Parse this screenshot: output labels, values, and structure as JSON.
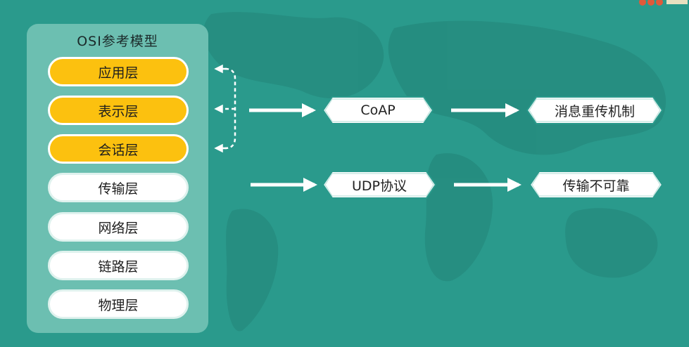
{
  "osi_model": {
    "title": "OSI参考模型",
    "layers": [
      {
        "label": "应用层",
        "highlighted": true
      },
      {
        "label": "表示层",
        "highlighted": true
      },
      {
        "label": "会话层",
        "highlighted": true
      },
      {
        "label": "传输层",
        "highlighted": false
      },
      {
        "label": "网络层",
        "highlighted": false
      },
      {
        "label": "链路层",
        "highlighted": false
      },
      {
        "label": "物理层",
        "highlighted": false
      }
    ]
  },
  "flow": {
    "row1": {
      "protocol": "CoAP",
      "result": "消息重传机制"
    },
    "row2": {
      "protocol": "UDP协议",
      "result": "传输不可靠"
    }
  },
  "colors": {
    "background": "#2a9a8c",
    "panel": "#6cbfb1",
    "highlight": "#fcc10f",
    "arrow": "#ffffff"
  }
}
